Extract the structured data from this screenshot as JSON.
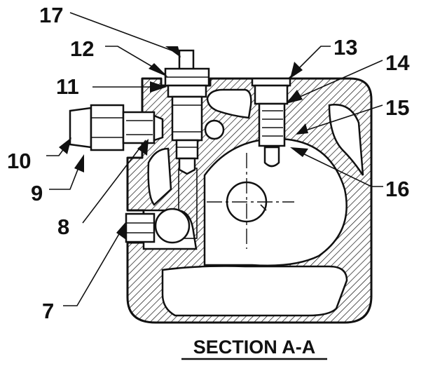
{
  "title": "SECTION A-A",
  "callouts": [
    {
      "id": "7",
      "text": "7"
    },
    {
      "id": "8",
      "text": "8"
    },
    {
      "id": "9",
      "text": "9"
    },
    {
      "id": "10",
      "text": "10"
    },
    {
      "id": "11",
      "text": "11"
    },
    {
      "id": "12",
      "text": "12"
    },
    {
      "id": "13",
      "text": "13"
    },
    {
      "id": "14",
      "text": "14"
    },
    {
      "id": "15",
      "text": "15"
    },
    {
      "id": "16",
      "text": "16"
    },
    {
      "id": "17",
      "text": "17"
    }
  ]
}
